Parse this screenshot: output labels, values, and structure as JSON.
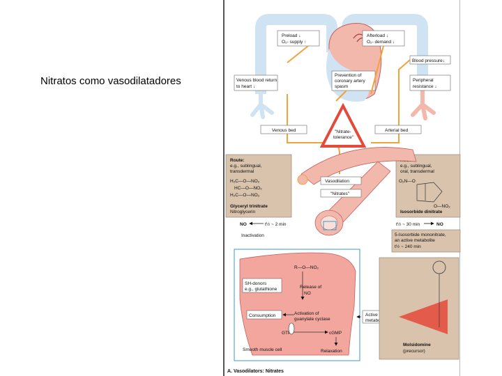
{
  "slide": {
    "title": "Nitratos como vasodilatadores"
  },
  "figure": {
    "preload": [
      "Preload ↓",
      "O₂- supply ↑"
    ],
    "afterload": [
      "Afterload ↓",
      "O₂- demand ↓"
    ],
    "blood_pressure": "Blood pressure↓",
    "venous_return": [
      "Venous blood return",
      "to heart ↓"
    ],
    "prevention": [
      "Prevention of",
      "coronary artery",
      "spasm"
    ],
    "peripheral": [
      "Peripheral",
      "resistance ↓"
    ],
    "venous_bed": "Venous bed",
    "arterial_bed": "Arterial bed",
    "tolerance": [
      "\"Nitrate-",
      "tolerance\""
    ],
    "route_left": [
      "Route:",
      "e.g., sublingual,",
      "transdermal"
    ],
    "route_right": [
      "Route:",
      "e.g., sublingual,",
      "oral, transdermal"
    ],
    "vasodilation": "Vasodilation",
    "nitrates": "\"Nitrates\"",
    "glyceryl": [
      "Glyceryl trinitrate",
      "Nitroglycerin"
    ],
    "isosorbide": "Isosorbide dinitrate",
    "left_chem": [
      "H₂C—O—NO₂",
      "HC—O—NO₂",
      "H₂C—O—NO₂"
    ],
    "right_chem": "O₂N—O",
    "right_chem2": "O—NO₂",
    "no_left": "NO",
    "half_life_left": "t½ ~ 2 min",
    "inactivation": "Inactivation",
    "half_life_right": "t½ ~ 30 min",
    "no_right": "NO",
    "mononitrate": [
      "5-Isosorbide mononitrate,",
      "an active metabolite",
      "t½ ~ 240 min"
    ],
    "pathway": {
      "ro_no2": "R—O—NO₂",
      "sh_donors": [
        "SH-donors",
        "e.g., glutathione"
      ],
      "release": [
        "Release of",
        "NO"
      ],
      "consumption": "Consumption",
      "activation": [
        "Activation of",
        "guanylate cyclase"
      ],
      "gtp": "GTP",
      "cgmp": "cGMP",
      "smooth": "Smooth muscle cell",
      "relaxation": "Relaxation"
    },
    "active_metabolite": [
      "Active",
      "metabolite"
    ],
    "molsidomine": [
      "Molsidomine",
      "(precursor)"
    ],
    "caption": "A. Vasodilators: Nitrates"
  },
  "colors": {
    "pale_blue": "#cfe3f3",
    "arrow_orange": "#f2a23a",
    "vessel_pink": "#f3b8ac",
    "tan_panel": "#d9c3ac",
    "pathway_pink": "#f2a69d",
    "tolerance_red": "#e44a3a"
  }
}
